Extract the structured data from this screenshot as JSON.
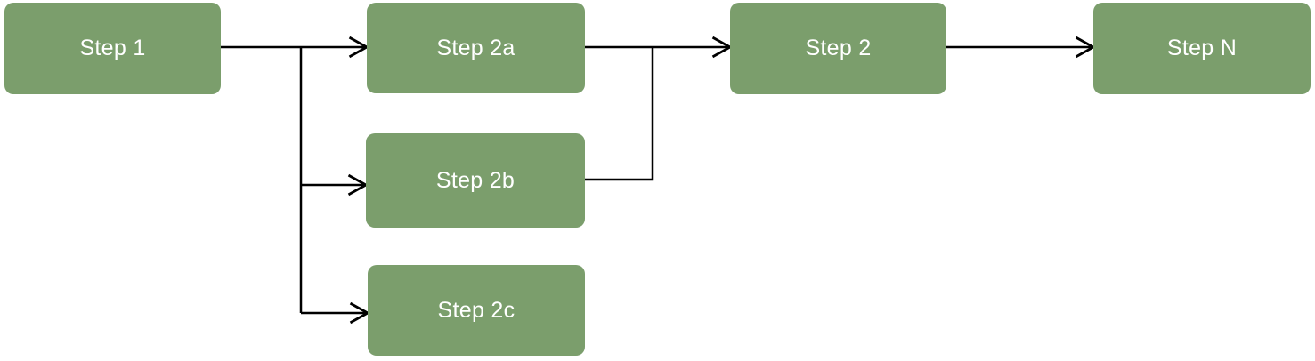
{
  "diagram": {
    "type": "flowchart",
    "colors": {
      "canvas-bg": "#ffffff",
      "node-fill": "#7b9e6c",
      "node-text": "#ffffff",
      "connector": "#000000"
    },
    "nodes": [
      {
        "id": "step1",
        "label": "Step 1"
      },
      {
        "id": "step2a",
        "label": "Step 2a"
      },
      {
        "id": "step2b",
        "label": "Step 2b"
      },
      {
        "id": "step2c",
        "label": "Step 2c"
      },
      {
        "id": "step2",
        "label": "Step 2"
      },
      {
        "id": "stepN",
        "label": "Step N"
      }
    ],
    "edges": [
      {
        "from": "step1",
        "to": "step2a",
        "arrow": true
      },
      {
        "from": "step1",
        "to": "step2b",
        "arrow": true
      },
      {
        "from": "step1",
        "to": "step2c",
        "arrow": true
      },
      {
        "from": "step2a",
        "to": "step2",
        "arrow": true
      },
      {
        "from": "step2b",
        "to": "step2",
        "arrow": false,
        "note": "merges into step2a-to-step2 line"
      },
      {
        "from": "step2",
        "to": "stepN",
        "arrow": true
      }
    ]
  }
}
